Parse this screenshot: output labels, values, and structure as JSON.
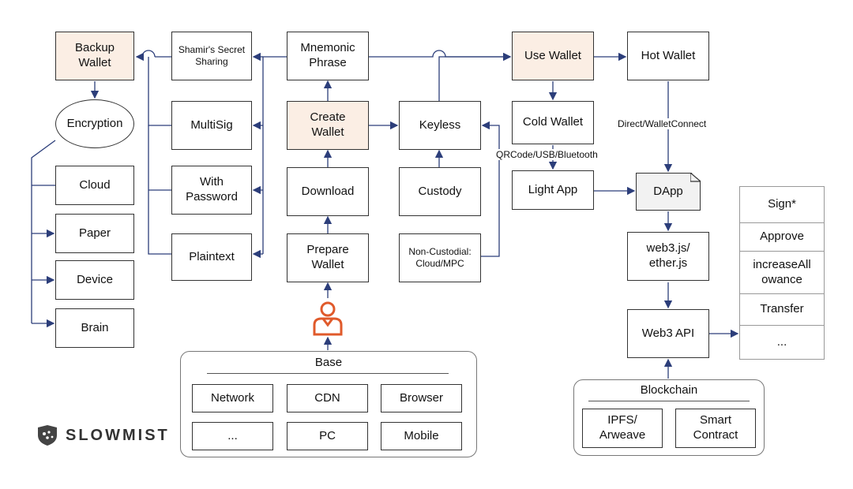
{
  "nodes": {
    "backup_wallet": "Backup\nWallet",
    "shamir": "Shamir's Secret\nSharing",
    "mnemonic": "Mnemonic\nPhrase",
    "use_wallet": "Use Wallet",
    "hot_wallet": "Hot Wallet",
    "encryption": "Encryption",
    "multisig": "MultiSig",
    "create_wallet": "Create\nWallet",
    "keyless": "Keyless",
    "cold_wallet": "Cold Wallet",
    "with_password": "With\nPassword",
    "download": "Download",
    "custody": "Custody",
    "light_app": "Light App",
    "dapp": "DApp",
    "cloud": "Cloud",
    "paper": "Paper",
    "device": "Device",
    "brain": "Brain",
    "plaintext": "Plaintext",
    "prepare_wallet": "Prepare\nWallet",
    "non_custodial": "Non-Custodial:\nCloud/MPC",
    "web3js": "web3.js/\nether.js",
    "web3_api": "Web3 API"
  },
  "edge_labels": {
    "qrcode": "QRCode/USB/Bluetooth",
    "direct": "Direct/WalletConnect"
  },
  "methods": [
    "Sign*",
    "Approve",
    "increaseAll\nowance",
    "Transfer",
    "..."
  ],
  "base": {
    "title": "Base",
    "items": [
      "Network",
      "CDN",
      "Browser",
      "...",
      "PC",
      "Mobile"
    ]
  },
  "blockchain": {
    "title": "Blockchain",
    "items": [
      "IPFS/\nArweave",
      "Smart\nContract"
    ]
  },
  "logo": {
    "text": "SLOWMIST",
    "icon": "slowmist-shield-icon"
  },
  "colors": {
    "highlight": "#fbeee4",
    "edge": "#2c3e7a",
    "user_icon": "#e05a2b"
  }
}
